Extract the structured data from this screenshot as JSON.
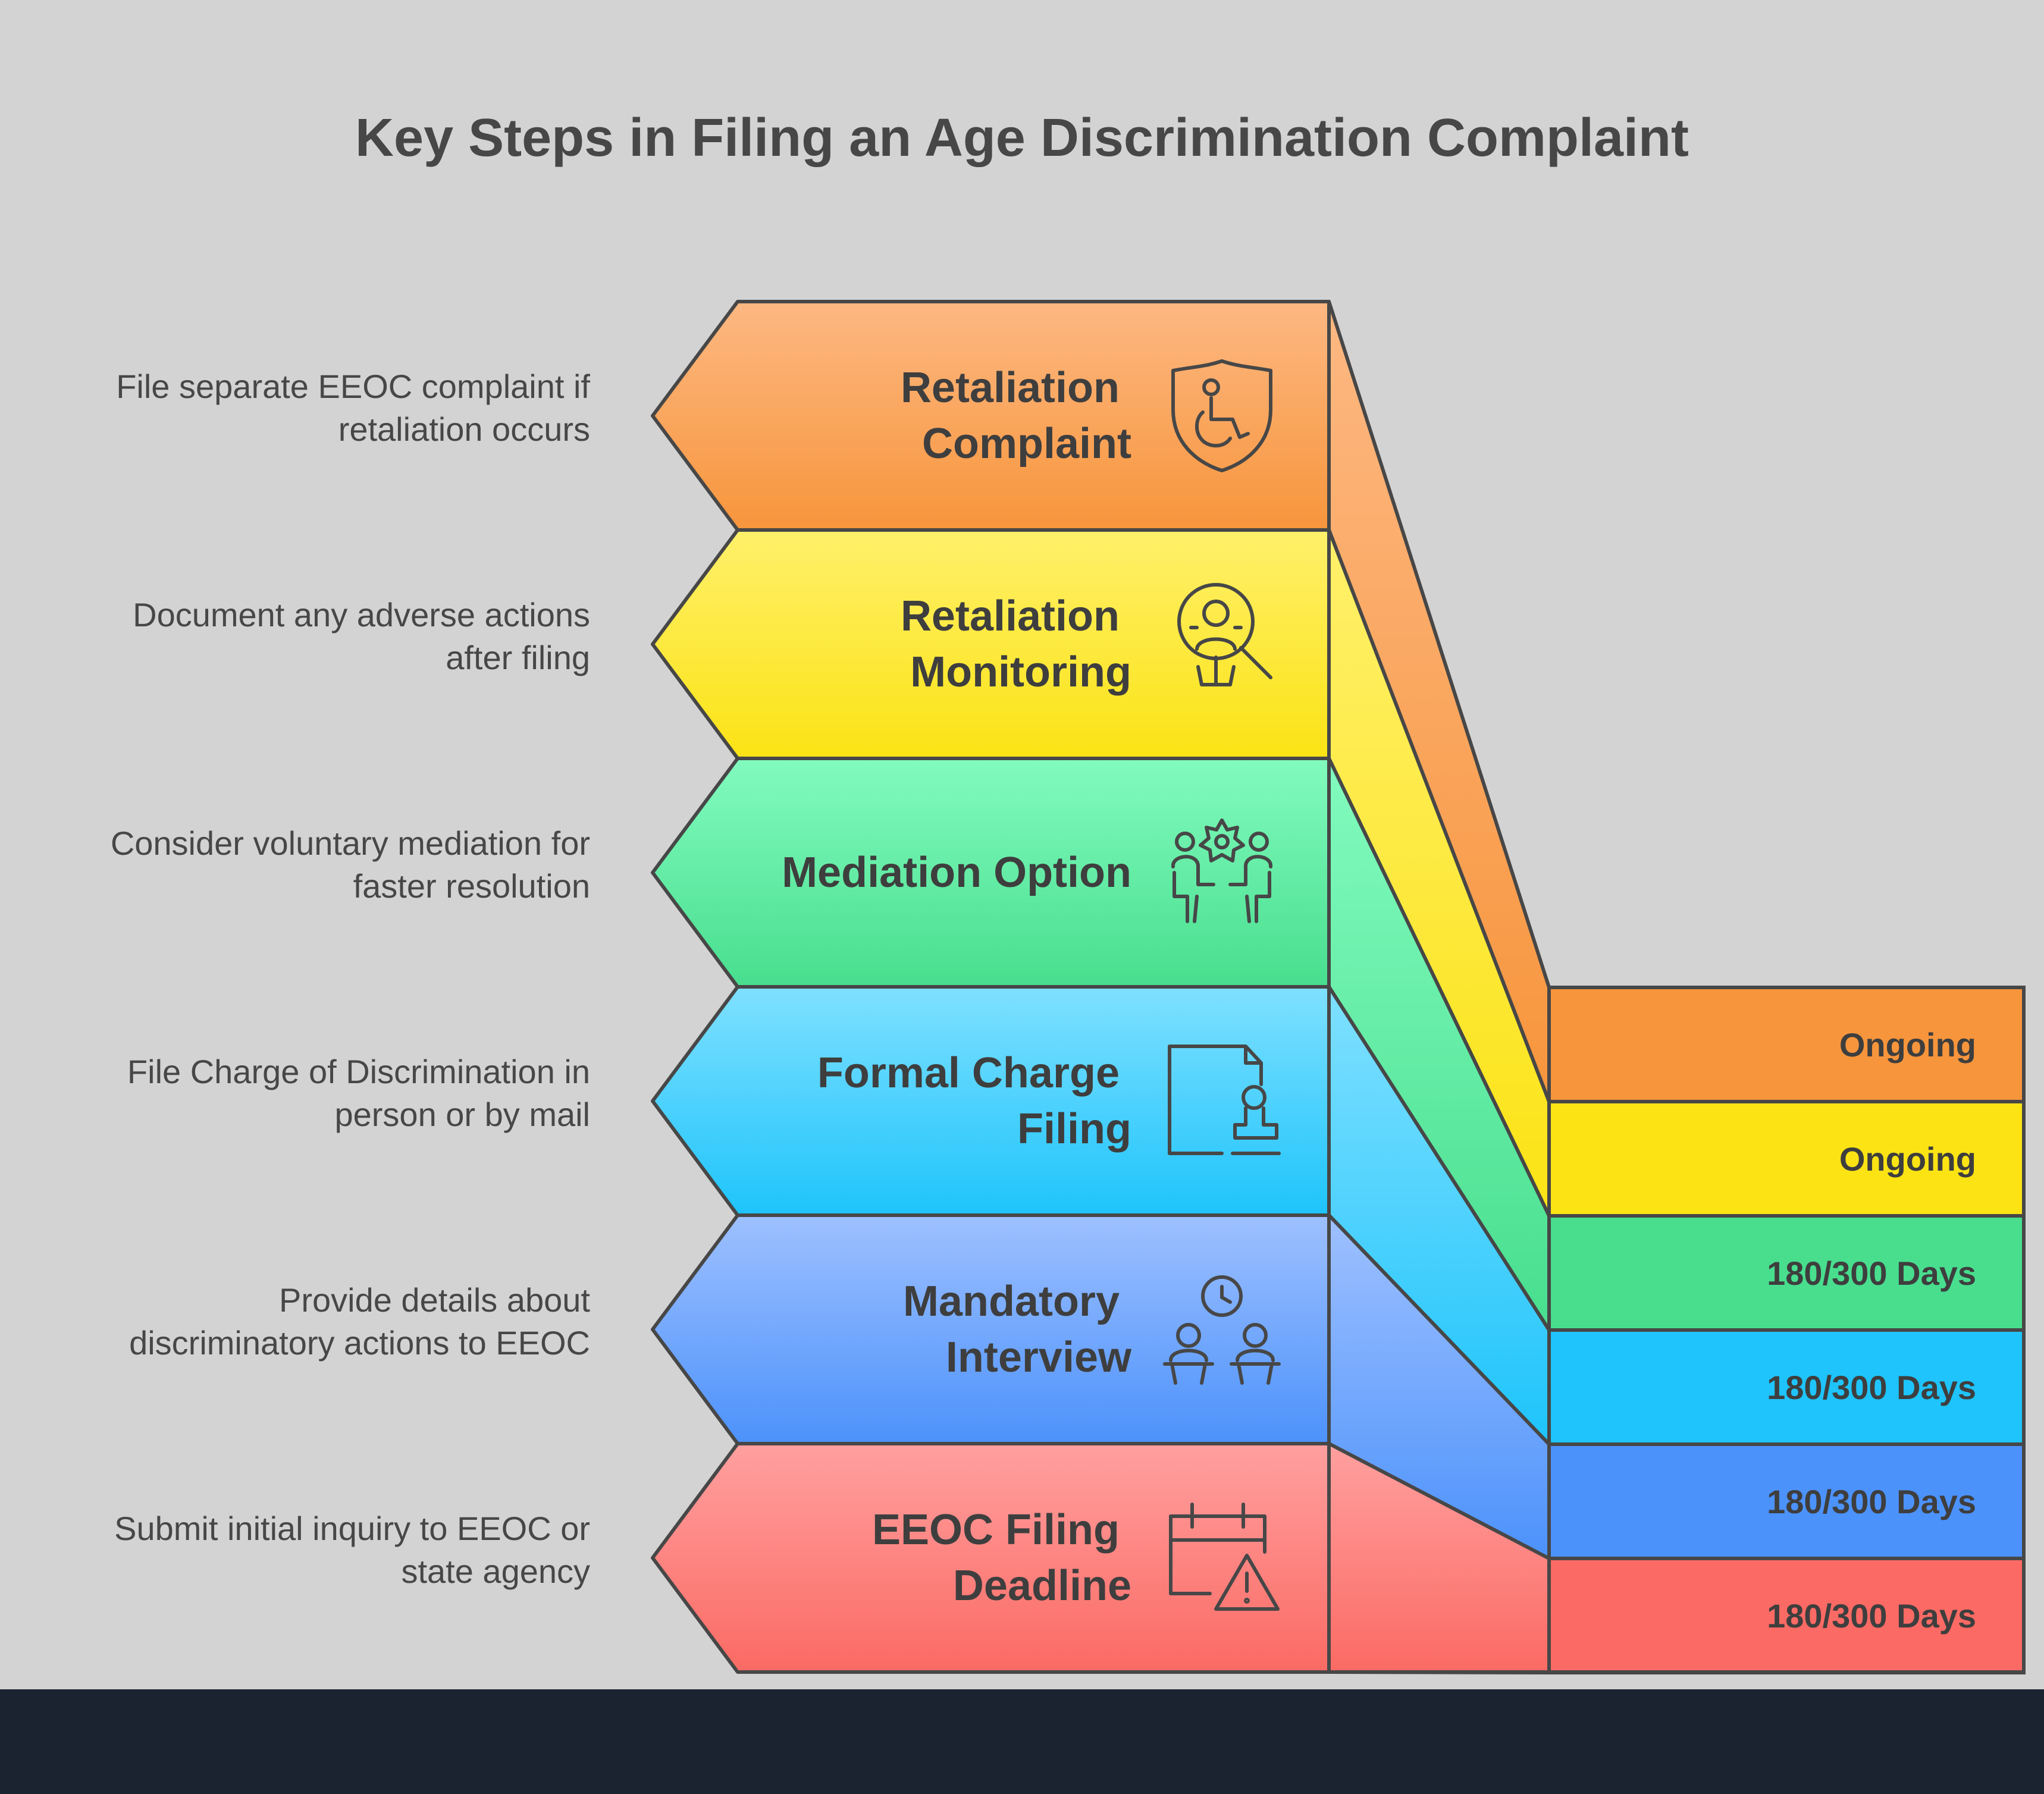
{
  "title": "Key Steps in Filing an Age Discrimination Complaint",
  "steps": [
    {
      "label_lines": [
        "Retaliation",
        "Complaint"
      ],
      "description_lines": [
        "File separate EEOC complaint if",
        "retaliation occurs"
      ],
      "duration": "Ongoing",
      "icon": "shield-accessibility-icon",
      "colors": {
        "top": "#fdb882",
        "bottom": "#f7953c"
      }
    },
    {
      "label_lines": [
        "Retaliation",
        "Monitoring"
      ],
      "description_lines": [
        "Document any adverse actions",
        "after filing"
      ],
      "duration": "Ongoing",
      "icon": "search-person-icon",
      "colors": {
        "top": "#fff06b",
        "bottom": "#fbe314"
      }
    },
    {
      "label_lines": [
        "Mediation Option"
      ],
      "description_lines": [
        "Consider voluntary mediation for",
        "faster resolution"
      ],
      "duration": "180/300 Days",
      "icon": "mediation-people-icon",
      "colors": {
        "top": "#82fbbe",
        "bottom": "#48de8e"
      }
    },
    {
      "label_lines": [
        "Formal Charge",
        "Filing"
      ],
      "description_lines": [
        "File Charge of Discrimination in",
        "person or by mail"
      ],
      "duration": "180/300 Days",
      "icon": "document-stamp-icon",
      "colors": {
        "top": "#7fe0ff",
        "bottom": "#1ec4fb"
      }
    },
    {
      "label_lines": [
        "Mandatory",
        "Interview"
      ],
      "description_lines": [
        "Provide details about",
        "discriminatory actions to EEOC"
      ],
      "duration": "180/300 Days",
      "icon": "interview-clock-icon",
      "colors": {
        "top": "#9ec0ff",
        "bottom": "#4c92fb"
      }
    },
    {
      "label_lines": [
        "EEOC Filing",
        "Deadline"
      ],
      "description_lines": [
        "Submit initial inquiry to EEOC or",
        "state agency"
      ],
      "duration": "180/300 Days",
      "icon": "calendar-warning-icon",
      "colors": {
        "top": "#ffa09f",
        "bottom": "#fb6a64"
      }
    }
  ]
}
